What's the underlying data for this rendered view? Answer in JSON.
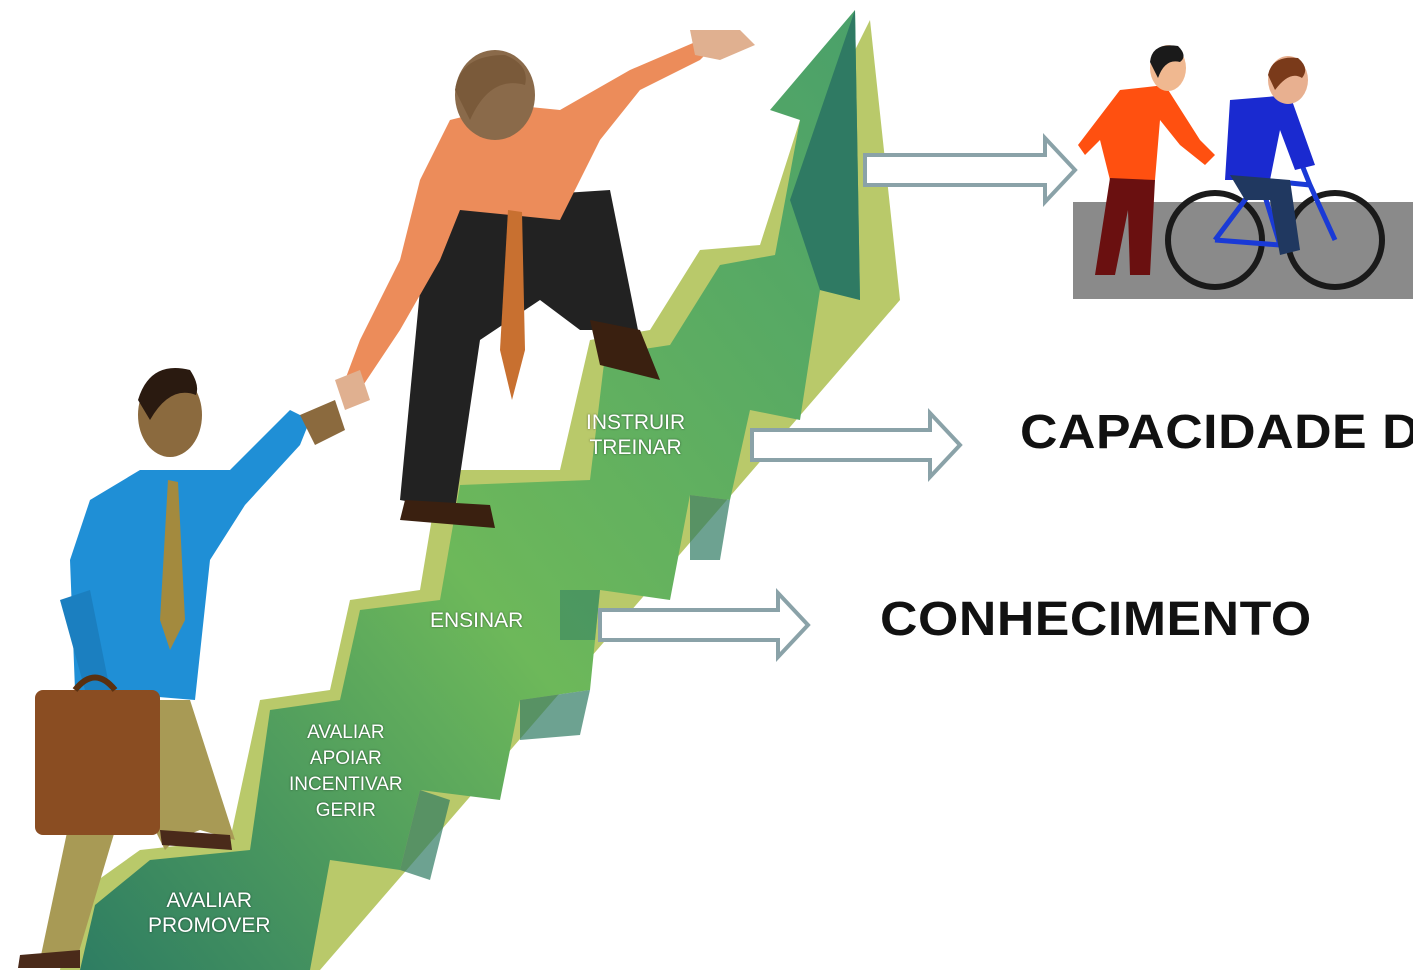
{
  "steps": {
    "s1": [
      "AVALIAR",
      "PROMOVER"
    ],
    "s2": [
      "AVALIAR",
      "APOIAR",
      "INCENTIVAR",
      "GERIR"
    ],
    "s3": [
      "ENSINAR"
    ],
    "s4": [
      "INSTRUIR",
      "TREINAR"
    ]
  },
  "outcomes": {
    "knowledge": "CONHECIMENTO",
    "capacity": "CAPACIDADE D"
  },
  "colors": {
    "stair_light": "#7cbf5e",
    "stair_dark": "#3f8a6c",
    "stair_side": "#2f7a63",
    "stair_yellow": "#b9c96a",
    "arrow_outline": "#8aa2a8",
    "shirt_blue": "#1f8fd6",
    "shirt_orange": "#ec8c5a",
    "text_dark": "#111111"
  }
}
